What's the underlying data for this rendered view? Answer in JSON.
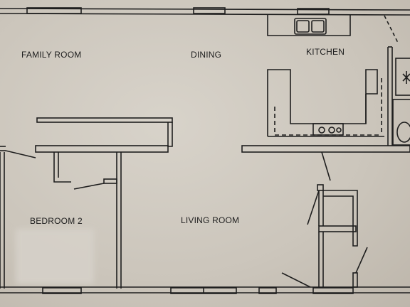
{
  "rooms": {
    "family_room": "FAMILY ROOM",
    "dining": "DINING",
    "kitchen": "KITCHEN",
    "bedroom_2": "BEDROOM 2",
    "living_room": "LIVING ROOM"
  },
  "colors": {
    "paper": "#cdc7bd",
    "ink": "#1e1e1e"
  },
  "icons": {
    "sink": "double-sink-icon",
    "cooktop": "cooktop-icon",
    "fan": "fan-icon"
  }
}
